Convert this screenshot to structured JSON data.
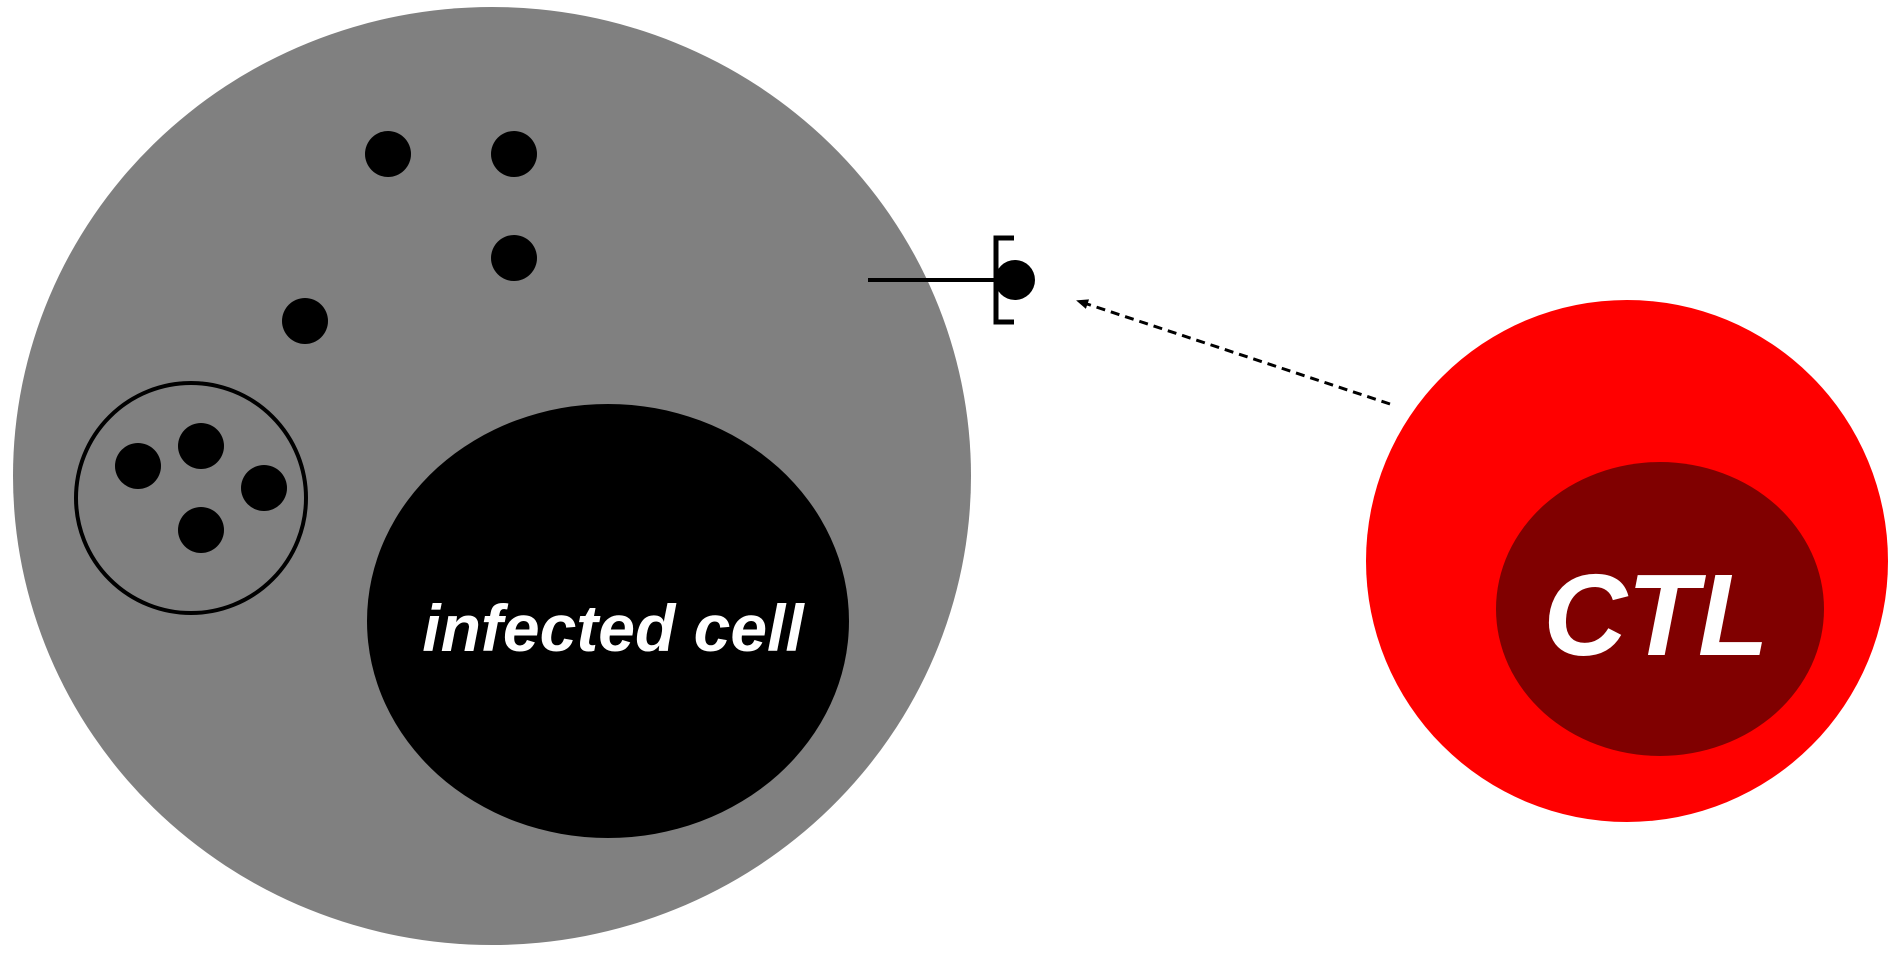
{
  "diagram": {
    "infected_cell": {
      "label": "infected cell",
      "cytoplasm_color": "#808080",
      "nucleus_color": "#000000"
    },
    "ctl": {
      "label": "CTL",
      "outer_color": "#ff0000",
      "inner_color": "#800000"
    },
    "label_color": "#ffffff",
    "antigen_color": "#000000",
    "arrow_style": "dashed",
    "receptor_style": "bracket"
  }
}
